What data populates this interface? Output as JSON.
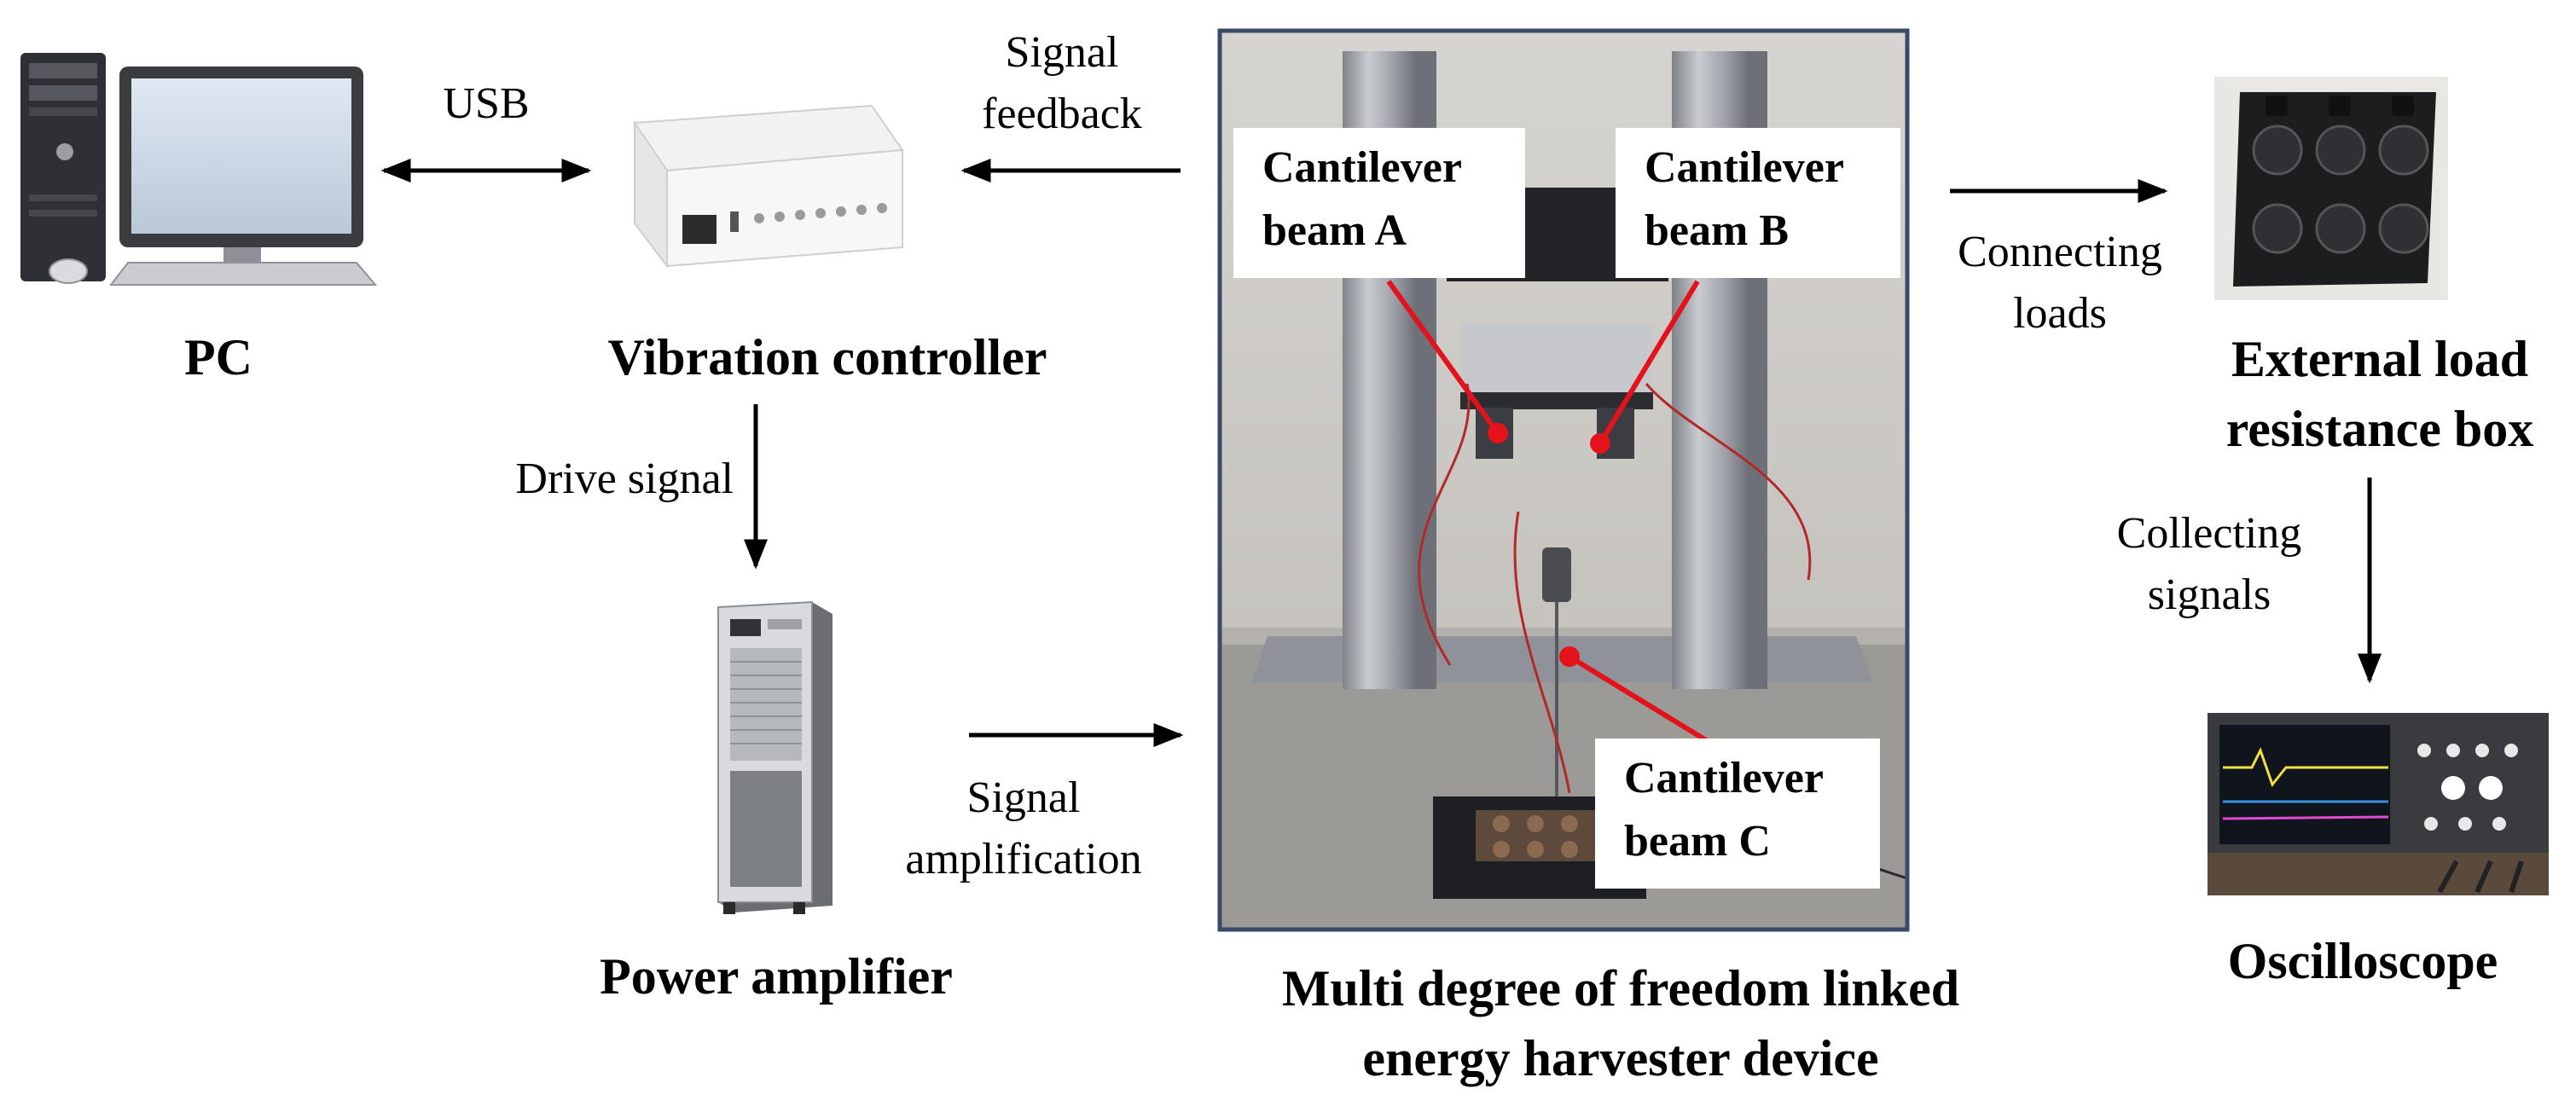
{
  "colors": {
    "arrow": "#000000",
    "callout_line": "#e3121b",
    "frame": "#3a4a66",
    "background": "#ffffff"
  },
  "nodes": {
    "pc": {
      "title": "PC",
      "icon": "desktop-computer-icon"
    },
    "vibration_controller": {
      "title": "Vibration controller",
      "icon": "vibration-controller-box-icon"
    },
    "power_amplifier": {
      "title": "Power amplifier",
      "icon": "power-amplifier-cabinet-icon"
    },
    "device": {
      "title_line1": "Multi degree of freedom linked",
      "title_line2": "energy harvester device",
      "callouts": [
        {
          "line1": "Cantilever",
          "line2": "beam A"
        },
        {
          "line1": "Cantilever",
          "line2": "beam B"
        },
        {
          "line1": "Cantilever",
          "line2": "beam C"
        }
      ]
    },
    "resistance_box": {
      "title_line1": "External load",
      "title_line2": "resistance box",
      "icon": "resistance-box-icon"
    },
    "oscilloscope": {
      "title": "Oscilloscope",
      "icon": "oscilloscope-icon"
    }
  },
  "edges": {
    "usb": {
      "label": "USB"
    },
    "signal_feedback": {
      "line1": "Signal",
      "line2": "feedback"
    },
    "drive_signal": {
      "label": "Drive signal"
    },
    "signal_amplification": {
      "line1": "Signal",
      "line2": "amplification"
    },
    "connecting_loads": {
      "line1": "Connecting",
      "line2": "loads"
    },
    "collecting_signals": {
      "line1": "Collecting",
      "line2": "signals"
    }
  }
}
